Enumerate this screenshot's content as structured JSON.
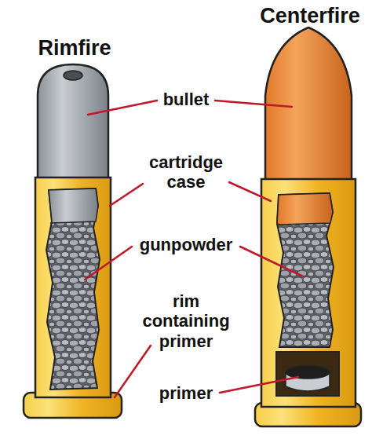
{
  "diagram": {
    "labels": [
      "Centerfire",
      "Rimfire",
      "bullet",
      "cartridge case",
      "gunpowder",
      "rim containing primer",
      "primer"
    ]
  }
}
